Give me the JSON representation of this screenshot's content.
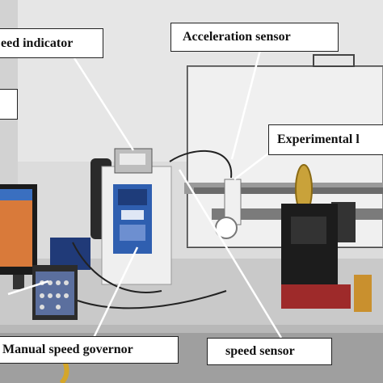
{
  "labels": {
    "speed_indicator": "eed indicator",
    "acceleration_sensor": "Acceleration sensor",
    "experimental": "Experimental l",
    "manual_speed_governor": "Manual speed governor",
    "speed_sensor": "speed sensor"
  },
  "colors": {
    "background_wall": "#d9d9d9",
    "bench": "#c8c8c8",
    "inverter_blue": "#2f5fb0",
    "flywheel": "#c9a23a",
    "base_red": "#9e2a2a",
    "callout_border": "#222222"
  }
}
